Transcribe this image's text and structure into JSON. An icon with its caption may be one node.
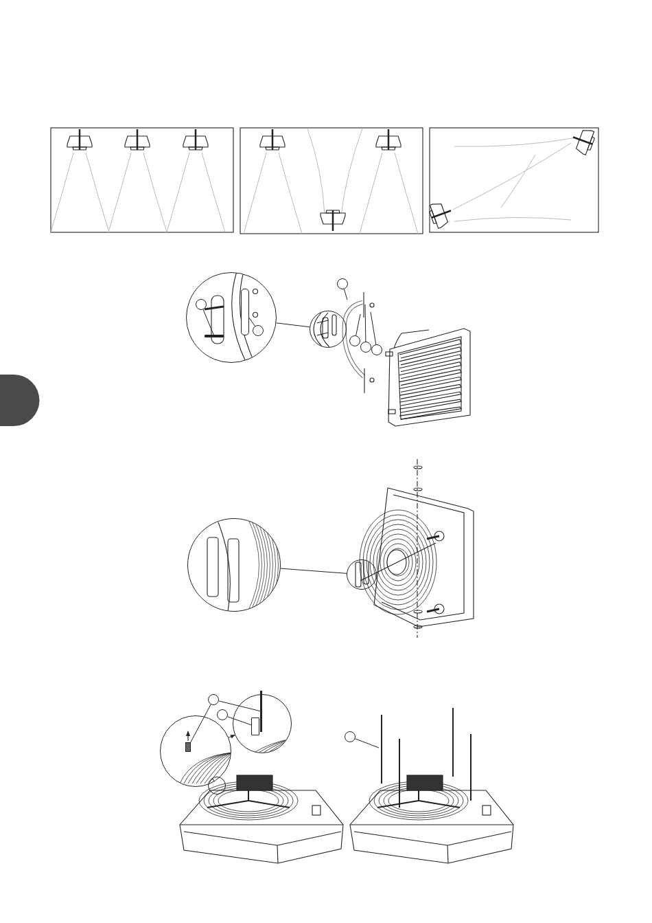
{
  "diagram": {
    "nodes": [
      {
        "text": [],
        "shape": "circle"
      },
      {
        "text": [],
        "shape": "circle"
      },
      {
        "text": [],
        "shape": "circle",
        "in": 0
      },
      {
        "text": [],
        "shape": "circle",
        "in": 0
      },
      {
        "text": [],
        "shape": "circle"
      },
      {
        "text": [],
        "shape": "circle"
      },
      {
        "text": [],
        "shape": "circle"
      },
      {
        "text": [],
        "shape": "circle"
      },
      {
        "text": [],
        "shape": "circle"
      },
      {
        "text": [],
        "shape": "circle"
      },
      {
        "text": [],
        "shape": "circle"
      },
      {
        "text": [],
        "shape": "circle"
      },
      {
        "text": [],
        "shape": "circle"
      },
      {
        "text": [],
        "shape": "circle"
      },
      {
        "text": [],
        "shape": "circle"
      },
      {
        "text": [],
        "shape": "circle"
      },
      {
        "text": [],
        "shape": "bar",
        "in": 0
      },
      {
        "text": [],
        "shape": "bar",
        "in": 0
      },
      {
        "text": [],
        "shape": "bar",
        "in": 11
      },
      {
        "text": [],
        "shape": "bar",
        "in": 10
      },
      {
        "text": [],
        "shape": "box",
        "in": 11
      }
    ],
    "edges": [
      {
        "from": 0,
        "to": 1,
        "arrow": "none"
      },
      {
        "from": 2,
        "to": 16,
        "arrow": "none"
      },
      {
        "from": 3,
        "to": 17,
        "arrow": "none"
      },
      {
        "from": 4,
        "to": null,
        "arrow": "none"
      },
      {
        "from": 5,
        "to": null,
        "arrow": "none"
      },
      {
        "from": 6,
        "to": null,
        "arrow": "none"
      },
      {
        "from": 7,
        "to": null,
        "arrow": "none"
      },
      {
        "from": 8,
        "to": 9,
        "arrow": "none"
      },
      {
        "from": 10,
        "to": 11,
        "arrow": "to"
      },
      {
        "from": 14,
        "to": 10,
        "arrow": "none"
      },
      {
        "from": 12,
        "to": 18,
        "arrow": "none"
      },
      {
        "from": 12,
        "to": 19,
        "arrow": "none"
      },
      {
        "from": 13,
        "to": 20,
        "arrow": "none"
      },
      {
        "from": 15,
        "to": null,
        "arrow": "none"
      }
    ]
  }
}
